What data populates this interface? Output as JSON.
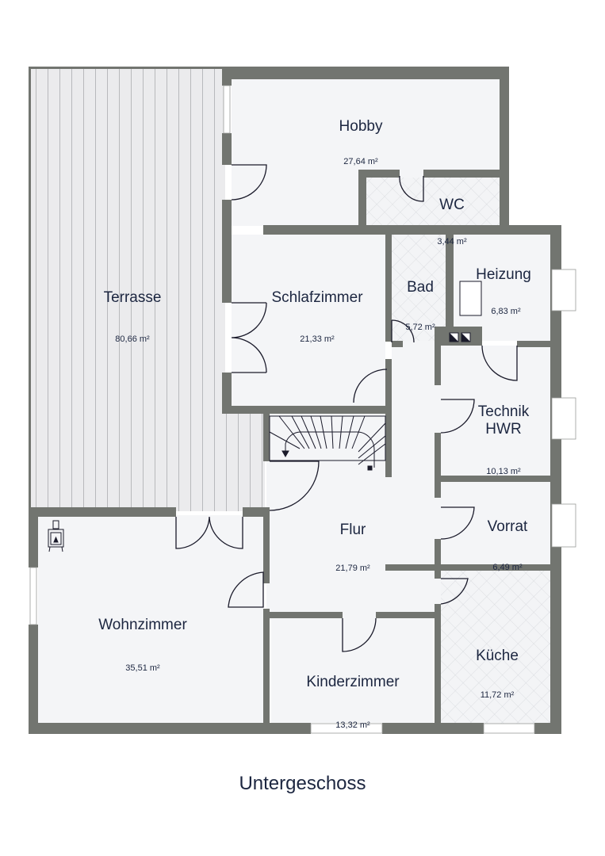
{
  "floor": {
    "title": "Untergeschoss"
  },
  "colors": {
    "wall": "#727570",
    "room_floor": "#f4f5f7",
    "terrace": "#e8e8ea",
    "tile": "#f0f1f3",
    "text": "#1c2640"
  },
  "rooms": {
    "hobby": {
      "name": "Hobby",
      "area": "27,64 m²"
    },
    "wc": {
      "name": "WC",
      "area": "3,44 m²"
    },
    "terrasse": {
      "name": "Terrasse",
      "area": "80,66 m²"
    },
    "schlafzimmer": {
      "name": "Schlafzimmer",
      "area": "21,33 m²"
    },
    "bad": {
      "name": "Bad",
      "area": "5,72 m²"
    },
    "heizung": {
      "name": "Heizung",
      "area": "6,83 m²"
    },
    "technik": {
      "name": "Technik\nHWR",
      "area": "10,13 m²"
    },
    "flur": {
      "name": "Flur",
      "area": "21,79 m²"
    },
    "vorrat": {
      "name": "Vorrat",
      "area": "6,49 m²"
    },
    "wohnzimmer": {
      "name": "Wohnzimmer",
      "area": "35,51 m²"
    },
    "kueche": {
      "name": "Küche",
      "area": "11,72 m²"
    },
    "kinderzimmer": {
      "name": "Kinderzimmer",
      "area": "13,32 m²"
    }
  },
  "icons": [
    "fireplace-icon",
    "staircase-icon",
    "heating-boiler-icon",
    "chimney-icon"
  ]
}
